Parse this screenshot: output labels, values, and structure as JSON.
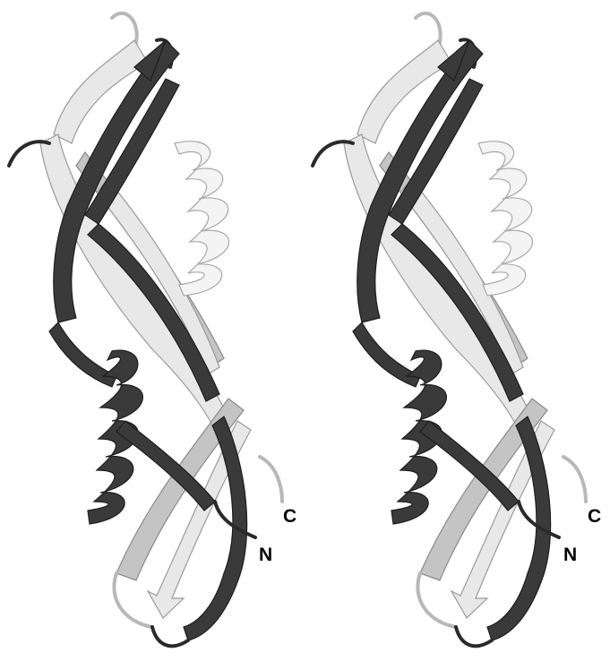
{
  "figure": {
    "views": [
      {
        "id": "left",
        "n_label": "N",
        "c_label": "C"
      },
      {
        "id": "right",
        "n_label": "N",
        "c_label": "C"
      }
    ],
    "colors": {
      "dark_chain": "#3a3a3a",
      "light_chain": "#e8e8e8",
      "background": "#ffffff"
    }
  }
}
